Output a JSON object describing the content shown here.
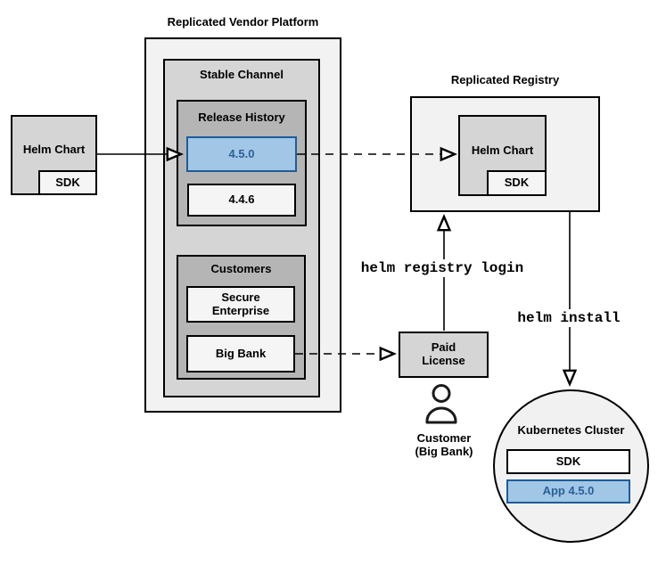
{
  "platform": {
    "title": "Replicated Vendor Platform",
    "stable_channel": {
      "label": "Stable Channel",
      "release_history": {
        "label": "Release History",
        "releases": [
          {
            "version": "4.5.0",
            "highlighted": true
          },
          {
            "version": "4.4.6",
            "highlighted": false
          }
        ]
      },
      "customers": {
        "label": "Customers",
        "items": [
          {
            "name": "Secure Enterprise"
          },
          {
            "name": "Big Bank"
          }
        ]
      }
    }
  },
  "helm_chart_source": {
    "label": "Helm Chart",
    "sdk_label": "SDK"
  },
  "registry": {
    "title": "Replicated Registry",
    "helm_chart_label": "Helm Chart",
    "sdk_label": "SDK"
  },
  "paid_license": {
    "label": "Paid License"
  },
  "customer_caption": {
    "line1": "Customer",
    "line2": "(Big Bank)"
  },
  "kubernetes": {
    "title": "Kubernetes Cluster",
    "sdk_label": "SDK",
    "app_label": "App 4.5.0"
  },
  "commands": {
    "registry_login": "helm registry login",
    "install": "helm install"
  },
  "colors": {
    "highlight_fill": "#a2c6e6",
    "highlight_border": "#1d5d99",
    "highlight_text": "#2a6099",
    "box_border": "#000000",
    "gray_outer": "#f2f2f2",
    "gray_mid": "#d5d5d5",
    "gray_dark": "#b5b5b5"
  }
}
